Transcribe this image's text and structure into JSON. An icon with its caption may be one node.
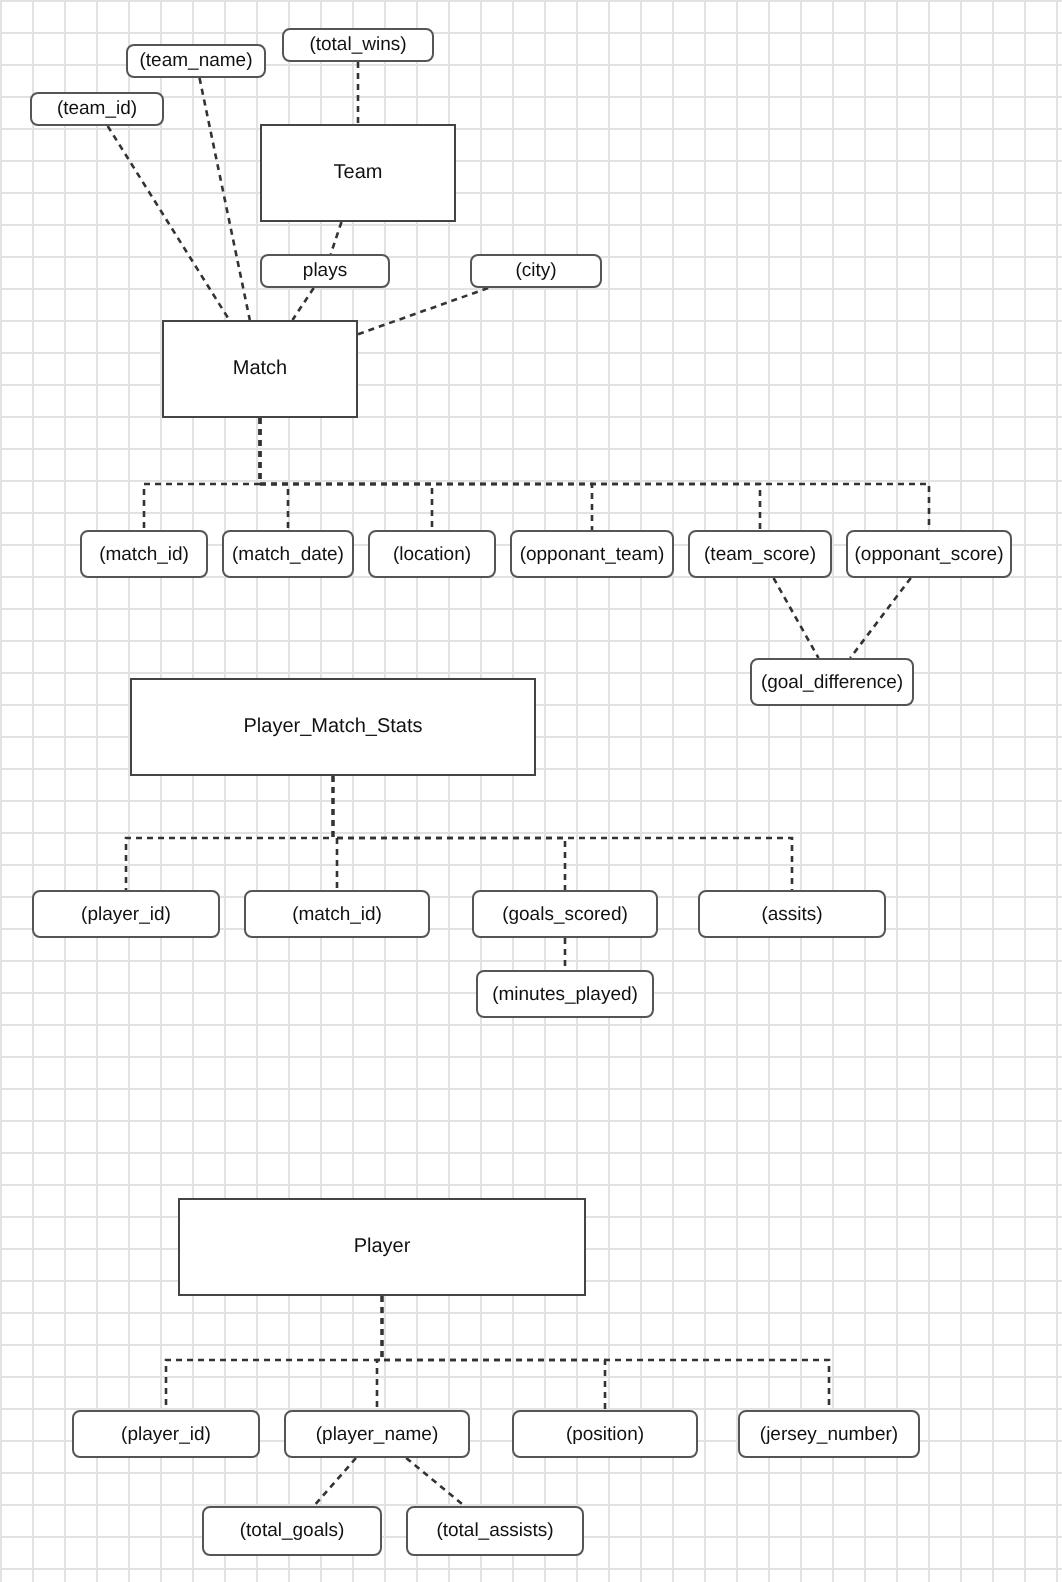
{
  "diagram": {
    "nodes": [
      {
        "text": [
          "(team_name)"
        ]
      },
      {
        "text": [
          "(total_wins)"
        ]
      },
      {
        "text": [
          "(team_id)"
        ]
      },
      {
        "text": [
          "Team"
        ]
      },
      {
        "text": [
          "plays"
        ]
      },
      {
        "text": [
          "(city)"
        ]
      },
      {
        "text": [
          "Match"
        ]
      },
      {
        "text": [
          "(match_id)"
        ]
      },
      {
        "text": [
          "(match_date)"
        ]
      },
      {
        "text": [
          "(location)"
        ]
      },
      {
        "text": [
          "(opponant_team)"
        ]
      },
      {
        "text": [
          "(team_score)"
        ]
      },
      {
        "text": [
          "(opponant_score)"
        ]
      },
      {
        "text": [
          "(goal_difference)"
        ]
      },
      {
        "text": [
          "Player_Match_Stats"
        ]
      },
      {
        "text": [
          "(player_id)"
        ]
      },
      {
        "text": [
          "(match_id)"
        ]
      },
      {
        "text": [
          "(goals_scored)"
        ]
      },
      {
        "text": [
          "(assits)"
        ]
      },
      {
        "text": [
          "(minutes_played)"
        ]
      },
      {
        "text": [
          "Player"
        ]
      },
      {
        "text": [
          "(player_id)"
        ]
      },
      {
        "text": [
          "(player_name)"
        ]
      },
      {
        "text": [
          "(position)"
        ]
      },
      {
        "text": [
          "(jersey_number)"
        ]
      },
      {
        "text": [
          "(total_goals)"
        ]
      },
      {
        "text": [
          "(total_assists)"
        ]
      }
    ],
    "edges": [
      {
        "from": 2,
        "to": 6,
        "arrow": "none",
        "style": "dashed"
      },
      {
        "from": 0,
        "to": 6,
        "arrow": "none",
        "style": "dashed"
      },
      {
        "from": 1,
        "to": 3,
        "arrow": "none",
        "style": "dashed"
      },
      {
        "from": 3,
        "to": 4,
        "arrow": "none",
        "style": "dashed"
      },
      {
        "from": 4,
        "to": 6,
        "arrow": "none",
        "style": "dashed"
      },
      {
        "from": 5,
        "to": 6,
        "arrow": "none",
        "style": "dashed"
      },
      {
        "from": 6,
        "to": 7,
        "arrow": "none",
        "style": "dashed"
      },
      {
        "from": 6,
        "to": 8,
        "arrow": "none",
        "style": "dashed"
      },
      {
        "from": 6,
        "to": 9,
        "arrow": "none",
        "style": "dashed"
      },
      {
        "from": 6,
        "to": 10,
        "arrow": "none",
        "style": "dashed"
      },
      {
        "from": 6,
        "to": 11,
        "arrow": "none",
        "style": "dashed"
      },
      {
        "from": 6,
        "to": 12,
        "arrow": "none",
        "style": "dashed"
      },
      {
        "from": 11,
        "to": 13,
        "arrow": "none",
        "style": "dashed"
      },
      {
        "from": 12,
        "to": 13,
        "arrow": "none",
        "style": "dashed"
      },
      {
        "from": 14,
        "to": 15,
        "arrow": "none",
        "style": "dashed"
      },
      {
        "from": 14,
        "to": 16,
        "arrow": "none",
        "style": "dashed"
      },
      {
        "from": 14,
        "to": 17,
        "arrow": "none",
        "style": "dashed"
      },
      {
        "from": 14,
        "to": 18,
        "arrow": "none",
        "style": "dashed"
      },
      {
        "from": 17,
        "to": 19,
        "arrow": "none",
        "style": "dashed"
      },
      {
        "from": 20,
        "to": 21,
        "arrow": "none",
        "style": "dashed"
      },
      {
        "from": 20,
        "to": 22,
        "arrow": "none",
        "style": "dashed"
      },
      {
        "from": 20,
        "to": 23,
        "arrow": "none",
        "style": "dashed"
      },
      {
        "from": 20,
        "to": 24,
        "arrow": "none",
        "style": "dashed"
      },
      {
        "from": 22,
        "to": 25,
        "arrow": "none",
        "style": "dashed"
      },
      {
        "from": 22,
        "to": 26,
        "arrow": "none",
        "style": "dashed"
      }
    ]
  }
}
